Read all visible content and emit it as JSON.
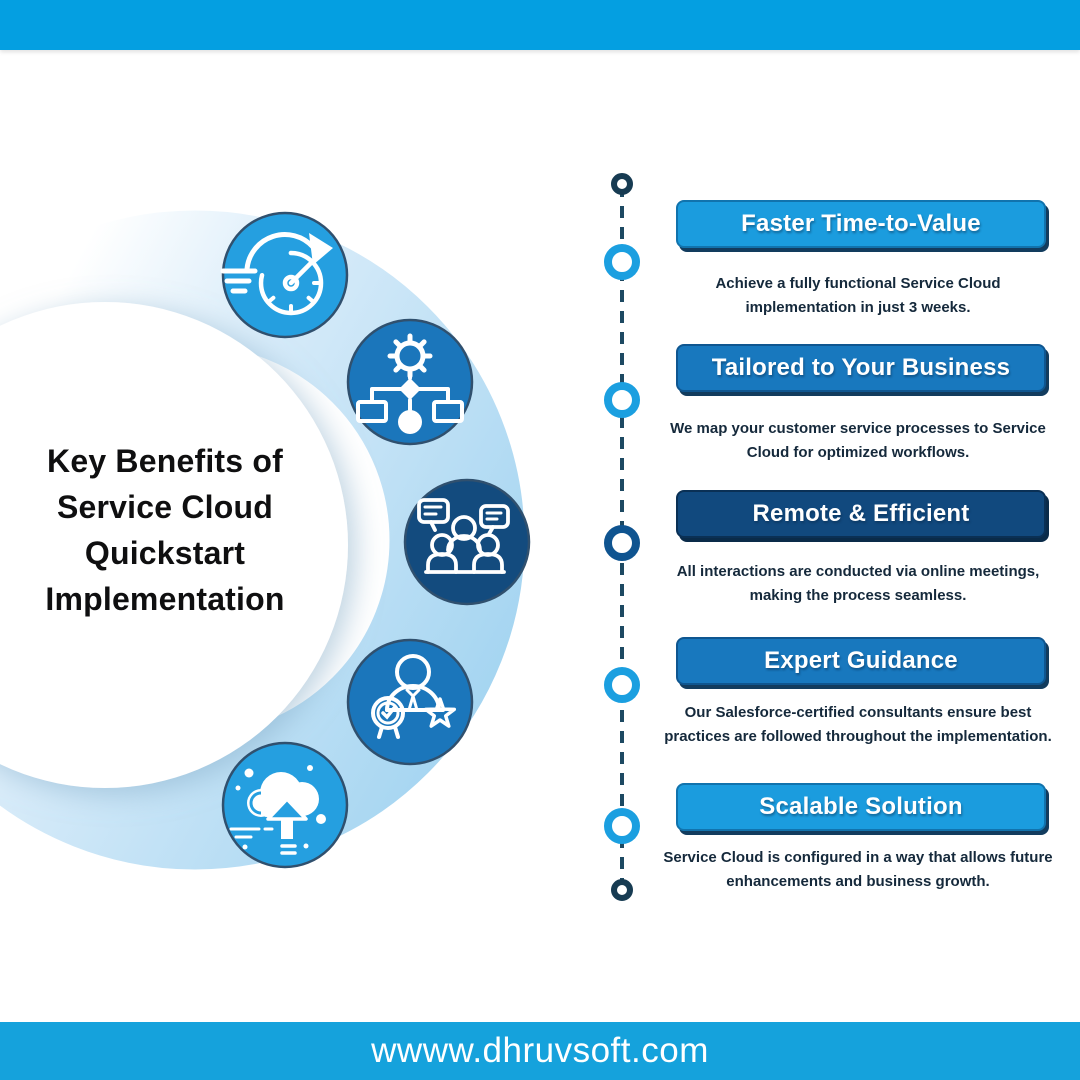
{
  "title": {
    "text": "Key Benefits of Service Cloud Quickstart Implementation"
  },
  "footer": {
    "url": "wwww.dhruvsoft.com"
  },
  "colors": {
    "top_bar": "#049fe1",
    "footer_bar": "#15a2dc",
    "accent_light": "#1b9cde",
    "accent_medium": "#1878be",
    "accent_dark": "#11497e",
    "timeline_line": "#1d4962",
    "timeline_node_light": "#1b9fe0",
    "timeline_node_dark": "#0f5490",
    "description_text": "#15293b",
    "band_blue": "#a5d5f1"
  },
  "benefits": [
    {
      "title": "Faster Time-to-Value",
      "description": "Achieve a fully functional Service Cloud implementation in just 3 weeks.",
      "tone": "light",
      "icon": "speedometer-icon"
    },
    {
      "title": "Tailored to Your Business",
      "description": "We map your customer service processes to Service Cloud for optimized workflows.",
      "tone": "medium",
      "icon": "workflow-gear-icon"
    },
    {
      "title": "Remote & Efficient",
      "description": "All interactions are conducted via online meetings, making the process seamless.",
      "tone": "dark",
      "icon": "online-meeting-icon"
    },
    {
      "title": "Expert Guidance",
      "description": "Our Salesforce-certified consultants ensure best practices are followed throughout the implementation.",
      "tone": "medium",
      "icon": "certified-expert-icon"
    },
    {
      "title": "Scalable Solution",
      "description": "Service Cloud is configured in a way that allows future enhancements and business growth.",
      "tone": "light",
      "icon": "cloud-upload-icon"
    }
  ]
}
